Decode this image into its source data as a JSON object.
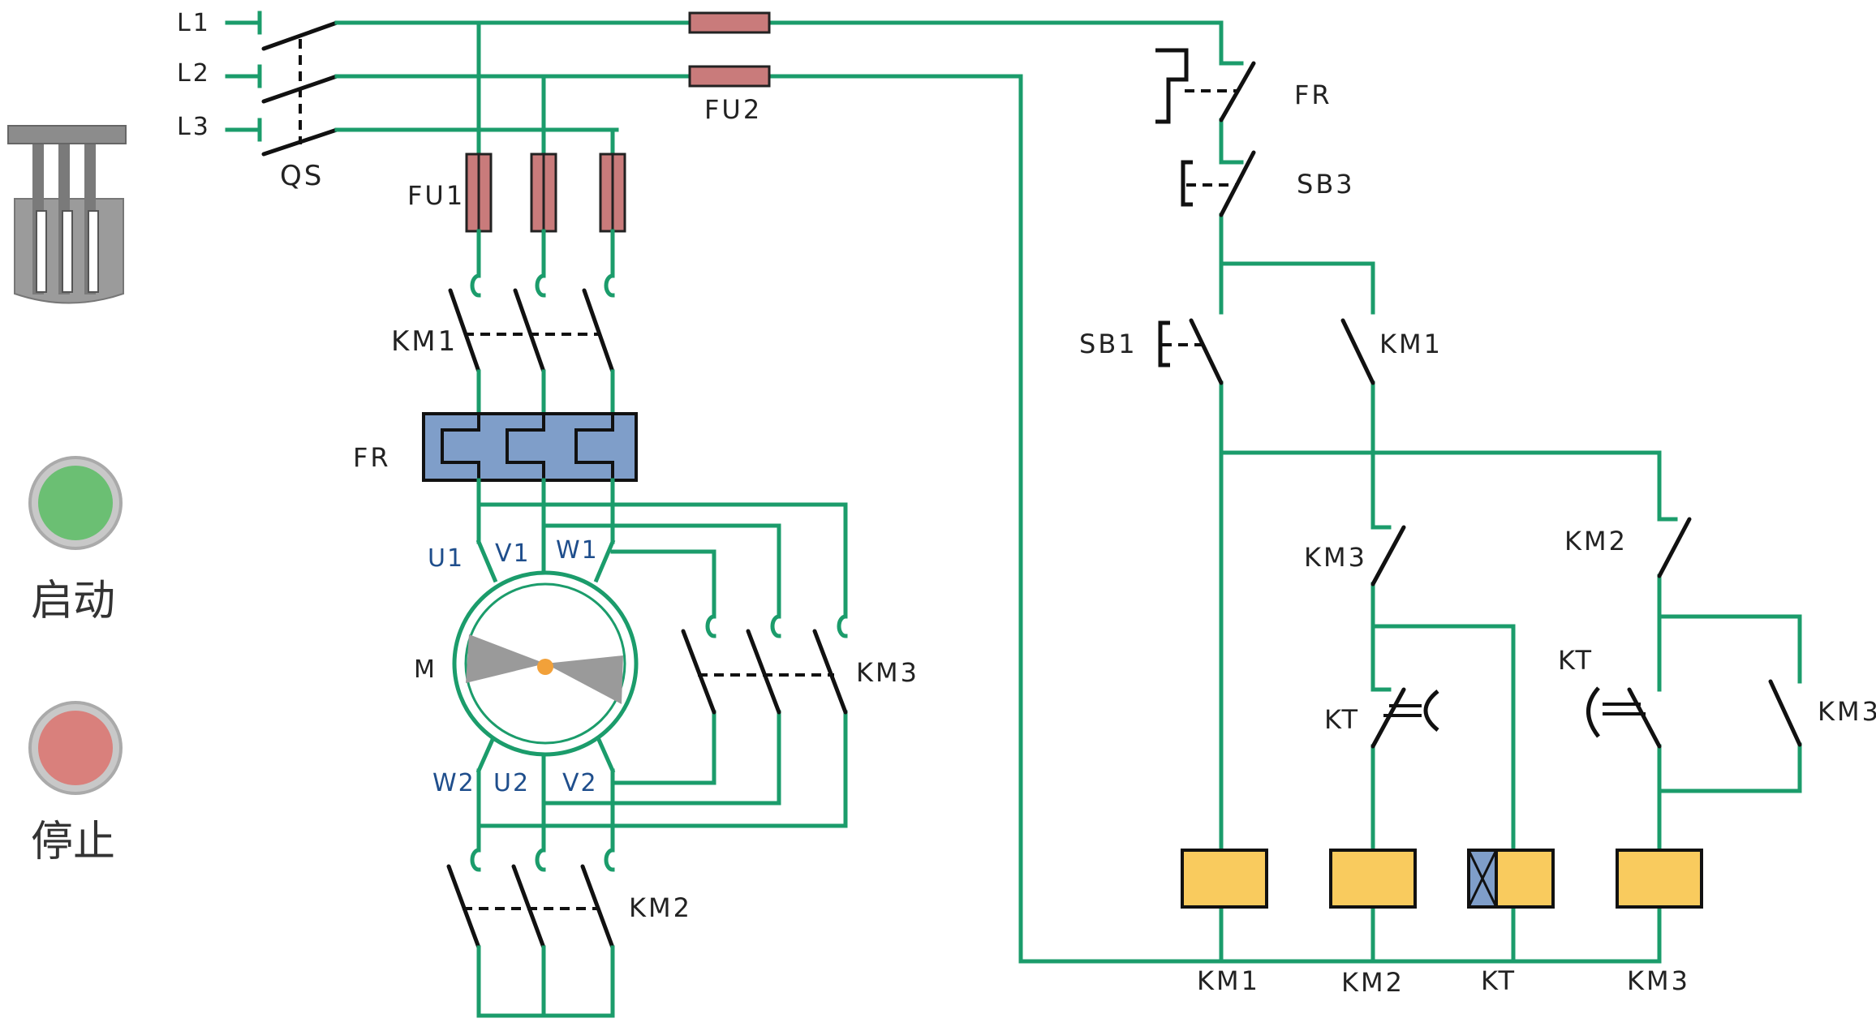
{
  "supply": {
    "phase_labels": [
      "L1",
      "L2",
      "L3"
    ],
    "breaker_label": "QS"
  },
  "fuses": {
    "main": "FU1",
    "control": "FU2"
  },
  "main_circuit": {
    "km1": "KM1",
    "thermal_relay": "FR",
    "motor": "M",
    "km3": "KM3",
    "km2": "KM2",
    "terminals_top": [
      "U1",
      "V1",
      "W1"
    ],
    "terminals_bottom": [
      "W2",
      "U2",
      "V2"
    ]
  },
  "control_circuit": {
    "fr_contact": "FR",
    "stop_button": "SB3",
    "start_button": "SB1",
    "km1_aux": "KM1",
    "km3_nc": "KM3",
    "km2_nc": "KM2",
    "kt_nc": "KT",
    "kt_no": "KT",
    "km3_aux": "KM3",
    "coils": [
      "KM1",
      "KM2",
      "KT",
      "KM3"
    ]
  },
  "controls": {
    "start_label": "启动",
    "stop_label": "停止"
  },
  "colors": {
    "wire": "#1b9c6b",
    "fuse": "#c97b7b",
    "thermal": "#7f9ec9",
    "coil": "#f9cb5e",
    "start": "#6bbf73",
    "stop": "#d9807c"
  }
}
